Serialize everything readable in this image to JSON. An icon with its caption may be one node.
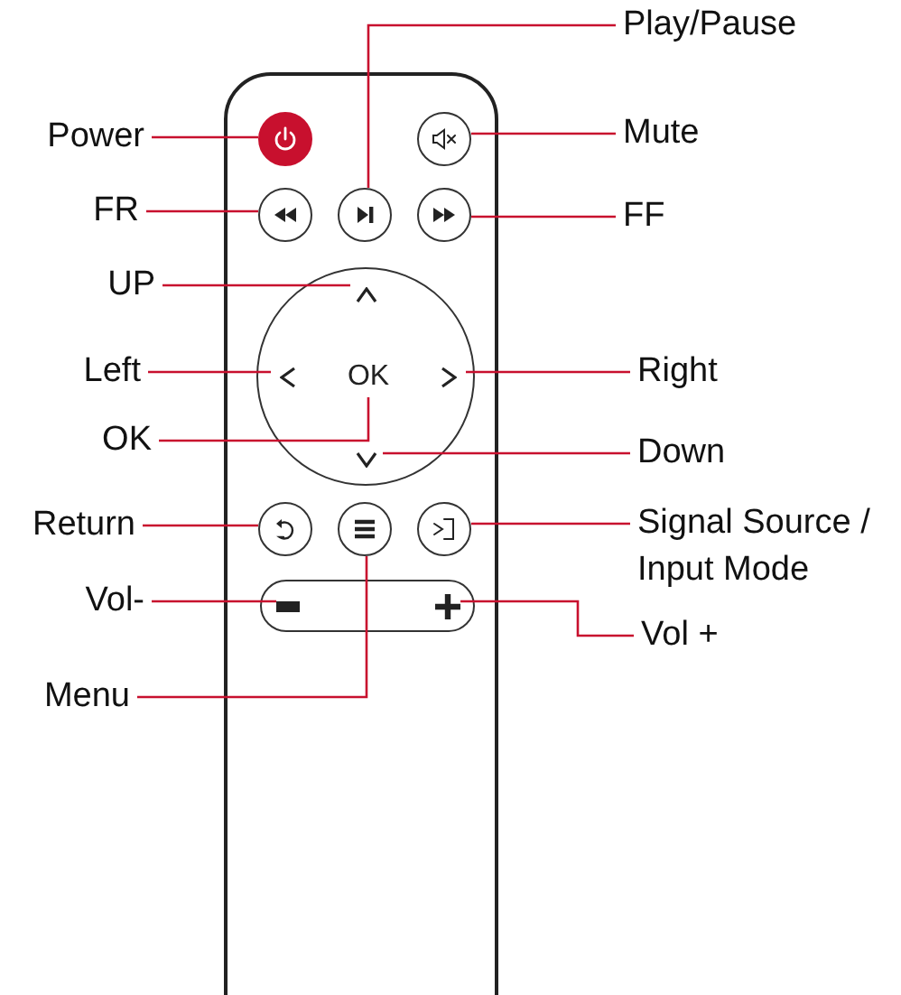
{
  "diagram": {
    "nodes": [
      {
        "text": [
          "Power"
        ]
      },
      {
        "text": [
          "Play/Pause"
        ]
      },
      {
        "text": [
          "Mute"
        ]
      },
      {
        "text": [
          "FR"
        ]
      },
      {
        "text": [
          "FF"
        ]
      },
      {
        "text": [
          "UP"
        ]
      },
      {
        "text": [
          "Left"
        ]
      },
      {
        "text": [
          "OK"
        ]
      },
      {
        "text": [
          "Right"
        ]
      },
      {
        "text": [
          "Down"
        ]
      },
      {
        "text": [
          "Return"
        ]
      },
      {
        "text": [
          "Signal Source / Input Mode"
        ]
      },
      {
        "text": [
          "Vol-"
        ]
      },
      {
        "text": [
          "Vol +"
        ]
      },
      {
        "text": [
          "Menu"
        ]
      },
      {
        "text": [],
        "shape": "box"
      },
      {
        "text": [],
        "shape": "circle",
        "in": 15
      },
      {
        "text": [],
        "shape": "circle",
        "in": 15
      },
      {
        "text": [],
        "shape": "circle",
        "in": 15
      },
      {
        "text": [],
        "shape": "circle",
        "in": 15
      },
      {
        "text": [],
        "shape": "circle",
        "in": 15
      },
      {
        "text": [],
        "shape": "circle",
        "in": 15
      },
      {
        "text": [],
        "shape": "chevron",
        "in": 21
      },
      {
        "text": [],
        "shape": "chevron",
        "in": 21
      },
      {
        "text": [
          "OK"
        ],
        "in": 21
      },
      {
        "text": [],
        "shape": "chevron",
        "in": 21
      },
      {
        "text": [],
        "shape": "chevron",
        "in": 21
      },
      {
        "text": [],
        "shape": "circle",
        "in": 15
      },
      {
        "text": [],
        "shape": "circle",
        "in": 15
      },
      {
        "text": [],
        "shape": "circle",
        "in": 15
      },
      {
        "text": [],
        "shape": "bar",
        "in": 15
      },
      {
        "text": [],
        "shape": "minus",
        "in": 30
      },
      {
        "text": [],
        "shape": "plus",
        "in": 30
      }
    ],
    "edges": [
      {
        "from": 0,
        "to": 16,
        "arrow": "none"
      },
      {
        "from": 1,
        "to": 19,
        "arrow": "none"
      },
      {
        "from": 2,
        "to": 17,
        "arrow": "none"
      },
      {
        "from": 3,
        "to": 18,
        "arrow": "none"
      },
      {
        "from": 4,
        "to": 20,
        "arrow": "none"
      },
      {
        "from": 5,
        "to": 22,
        "arrow": "none"
      },
      {
        "from": 6,
        "to": 23,
        "arrow": "none"
      },
      {
        "from": 7,
        "to": 24,
        "arrow": "none"
      },
      {
        "from": 8,
        "to": 25,
        "arrow": "none"
      },
      {
        "from": 9,
        "to": 26,
        "arrow": "none"
      },
      {
        "from": 10,
        "to": 27,
        "arrow": "none"
      },
      {
        "from": 11,
        "to": 29,
        "arrow": "none"
      },
      {
        "from": 12,
        "to": 31,
        "arrow": "none"
      },
      {
        "from": 13,
        "to": 32,
        "arrow": "none"
      },
      {
        "from": 14,
        "to": 28,
        "arrow": "none"
      }
    ]
  }
}
